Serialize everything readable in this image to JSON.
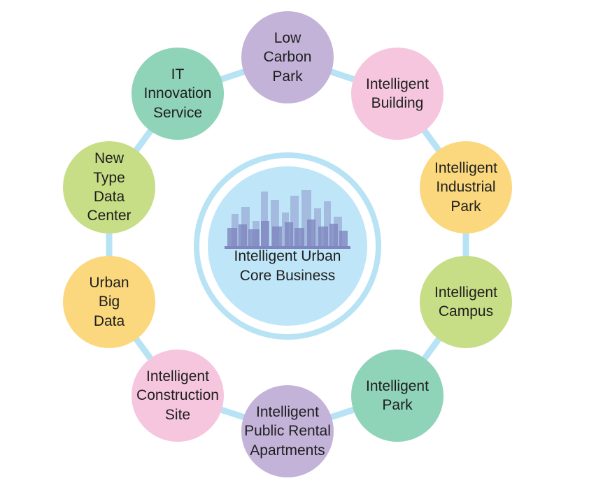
{
  "center": {
    "label": "Intelligent Urban\nCore Business"
  },
  "colors": {
    "connector": "#b7e3f4",
    "purple": "#c3b3d9",
    "pink": "#f6c6de",
    "yellow": "#fbd87d",
    "green": "#c7dd86",
    "teal": "#8fd3b8",
    "core": "#bfe6f8",
    "skyline": "#8f97c9"
  },
  "nodes": [
    {
      "id": "low-carbon-park",
      "label": "Low\nCarbon\nPark",
      "color": "#c3b3d9"
    },
    {
      "id": "intelligent-building",
      "label": "Intelligent\nBuilding",
      "color": "#f6c6de"
    },
    {
      "id": "intelligent-industrial-park",
      "label": "Intelligent\nIndustrial\nPark",
      "color": "#fbd87d"
    },
    {
      "id": "intelligent-campus",
      "label": "Intelligent\nCampus",
      "color": "#c7dd86"
    },
    {
      "id": "intelligent-park",
      "label": "Intelligent\nPark",
      "color": "#8fd3b8"
    },
    {
      "id": "intelligent-public-rental-apartments",
      "label": "Intelligent\nPublic Rental\nApartments",
      "color": "#c3b3d9"
    },
    {
      "id": "intelligent-construction-site",
      "label": "Intelligent\nConstruction\nSite",
      "color": "#f6c6de"
    },
    {
      "id": "urban-big-data",
      "label": "Urban\nBig\nData",
      "color": "#fbd87d"
    },
    {
      "id": "new-type-data-center",
      "label": "New\nType\nData\nCenter",
      "color": "#c7dd86"
    },
    {
      "id": "it-innovation-service",
      "label": "IT\nInnovation\nService",
      "color": "#8fd3b8"
    }
  ]
}
